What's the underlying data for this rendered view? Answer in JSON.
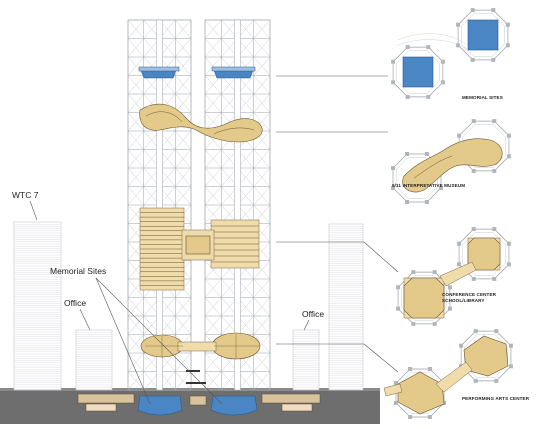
{
  "labels": {
    "wtc7": "WTC 7",
    "office_left": "Office",
    "office_right": "Office",
    "memorial_sites_side": "Memorial Sites"
  },
  "plan_captions": {
    "memorial": "MEMORIAL SITES",
    "museum": "9/11 INTERPRETATIVE MUSEUM",
    "conference_line1": "CONFERENCE CENTER",
    "conference_line2": "SCHOOL/LIBRARY",
    "performing": "PERFORMING ARTS CENTER"
  },
  "colors": {
    "water": "#4a85c4",
    "program_fill": "#e3c98a",
    "ground": "#6e6e6e",
    "structure": "#9aa0a8"
  }
}
